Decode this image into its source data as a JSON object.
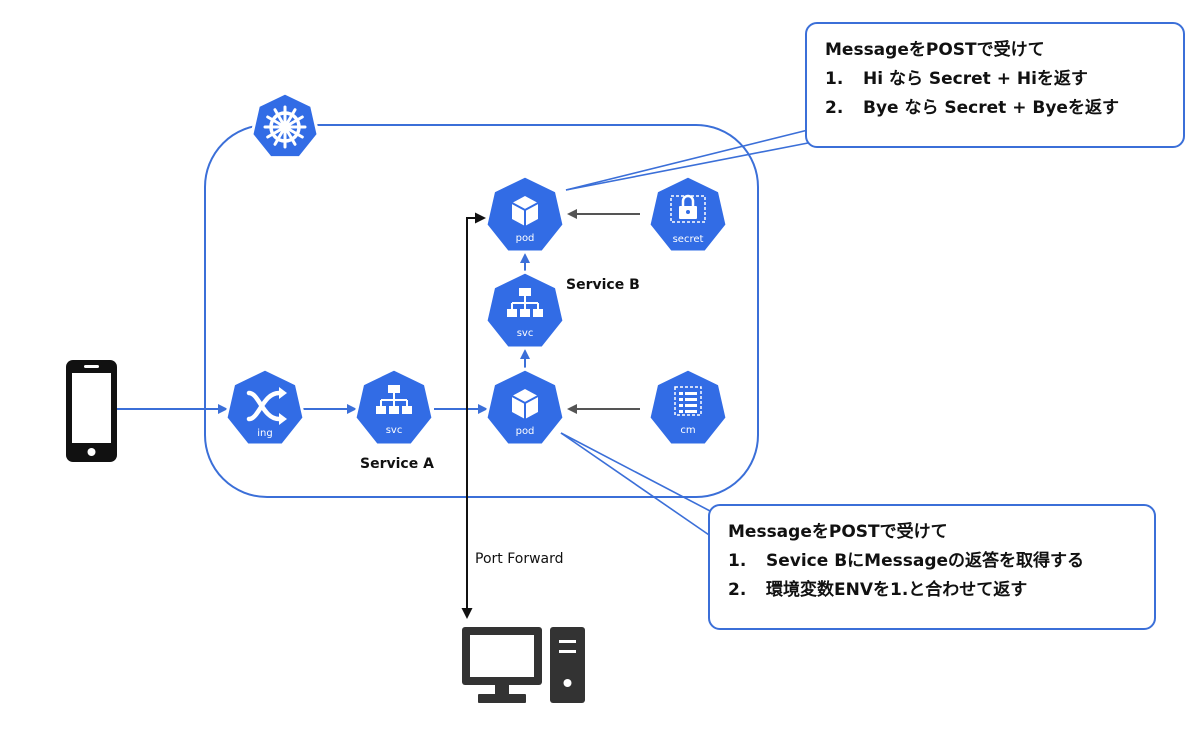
{
  "colors": {
    "accent": "#326ce5",
    "line": "#3b6fd8",
    "grey": "#555555",
    "black": "#111111"
  },
  "icons": {
    "ingress": {
      "name": "ingress-icon",
      "label": "ing"
    },
    "service_a": {
      "name": "service-icon",
      "label": "svc"
    },
    "pod_a": {
      "name": "pod-icon",
      "label": "pod"
    },
    "service_b": {
      "name": "service-icon",
      "label": "svc"
    },
    "pod_b": {
      "name": "pod-icon",
      "label": "pod"
    },
    "secret": {
      "name": "secret-icon",
      "label": "secret"
    },
    "configmap": {
      "name": "configmap-icon",
      "label": "cm"
    },
    "kubernetes": {
      "name": "kubernetes-helm-icon"
    },
    "phone": {
      "name": "smartphone-icon"
    },
    "computer": {
      "name": "desktop-computer-icon"
    }
  },
  "labels": {
    "service_a": "Service A",
    "service_b": "Service B",
    "port_forward": "Port Forward"
  },
  "callout_b": {
    "head": "MessageをPOSTで受けて",
    "items": [
      {
        "num": "1.",
        "text": "Hi なら Secret + Hiを返す"
      },
      {
        "num": "2.",
        "text": "Bye なら Secret + Byeを返す"
      }
    ]
  },
  "callout_a": {
    "head": "MessageをPOSTで受けて",
    "items": [
      {
        "num": "1.",
        "text": "Sevice BにMessageの返答を取得する"
      },
      {
        "num": "2.",
        "text": "環境変数ENVを1.と合わせて返す"
      }
    ]
  }
}
